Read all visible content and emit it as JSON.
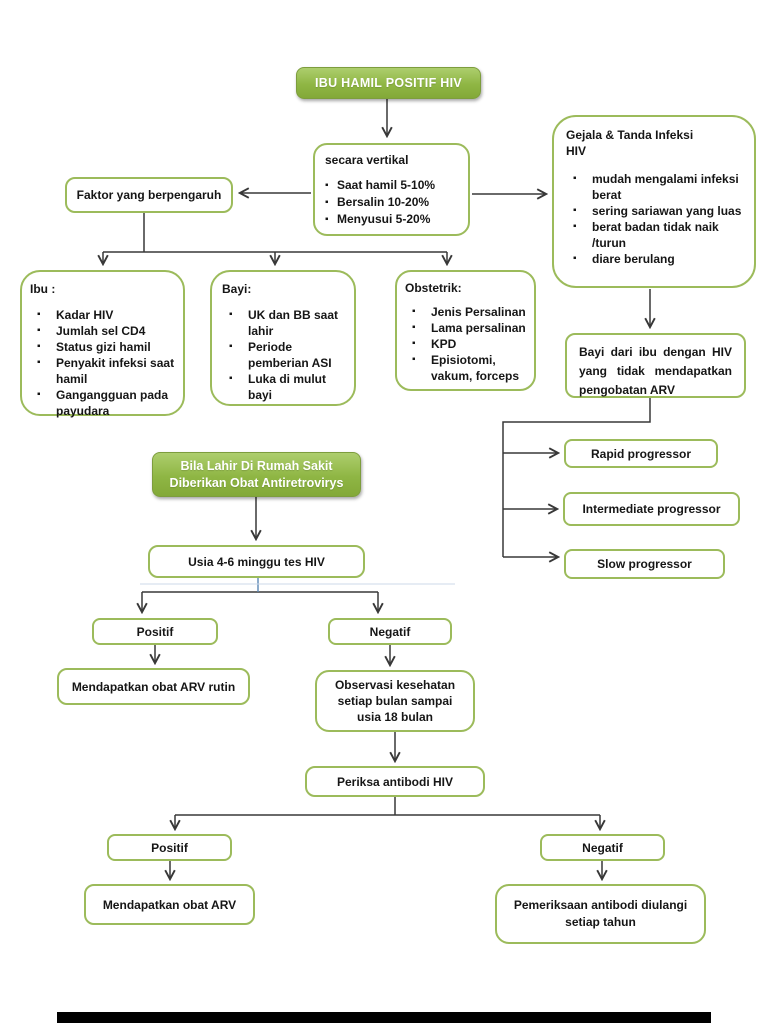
{
  "root": {
    "label": "IBU HAMIL POSITIF HIV"
  },
  "vertical_transmission": {
    "title": "secara vertikal",
    "items": [
      "Saat hamil  5-10%",
      "Bersalin 10-20%",
      "Menyusui 5-20%"
    ]
  },
  "influencing_factors": {
    "label": "Faktor yang berpengaruh"
  },
  "symptoms": {
    "title": "Gejala & Tanda Infeksi HIV",
    "items": [
      "mudah mengalami infeksi berat",
      "sering sariawan yang luas",
      "berat badan tidak naik /turun",
      "diare berulang"
    ]
  },
  "mother_factors": {
    "title": "Ibu :",
    "items": [
      "Kadar HIV",
      "Jumlah sel CD4",
      "Status gizi hamil",
      "Penyakit infeksi saat hamil",
      "Gangangguan pada payudara"
    ]
  },
  "baby_factors": {
    "title": "Bayi:",
    "items": [
      "UK dan BB saat lahir",
      "Periode pemberian ASI",
      "Luka di mulut bayi"
    ]
  },
  "obstetric_factors": {
    "title": "Obstetrik:",
    "items": [
      "Jenis Persalinan",
      "Lama persalinan",
      "KPD",
      "Episiotomi, vakum, forceps"
    ]
  },
  "untreated_baby": {
    "label": "Bayi dari ibu dengan HIV yang tidak mendapatkan pengobatan ARV"
  },
  "progressors": {
    "rapid": "Rapid progressor",
    "intermediate": "Intermediate progressor",
    "slow": "Slow progressor"
  },
  "hospital_birth": {
    "line1": "Bila Lahir Di Rumah Sakit",
    "line2": "Diberikan Obat Antiretrovirys"
  },
  "hiv_test": {
    "label": "Usia 4-6 minggu tes HIV"
  },
  "test_result": {
    "positive": "Positif",
    "negative": "Negatif"
  },
  "positive_action": {
    "label": "Mendapatkan obat ARV rutin"
  },
  "negative_action": {
    "label": "Observasi kesehatan setiap bulan  sampai usia 18 bulan"
  },
  "antibody_check": {
    "label": "Periksa antibodi HIV"
  },
  "antibody_result": {
    "positive": "Positif",
    "negative": "Negatif"
  },
  "antibody_positive_action": {
    "label": "Mendapatkan obat ARV"
  },
  "antibody_negative_action": {
    "label": "Pemeriksaan antibodi diulangi setiap tahun"
  },
  "colors": {
    "accent_green_border": "#9cbb5b",
    "filled_green": "#8fb644",
    "connector": "#383838",
    "blue_connector": "#5b87b5",
    "text": "#161616"
  }
}
